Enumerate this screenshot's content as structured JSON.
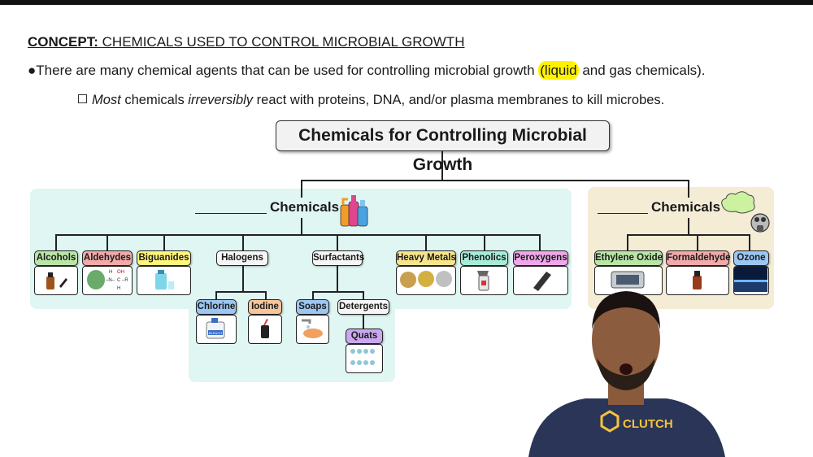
{
  "header": {
    "concept_label": "CONCEPT:",
    "concept_title": "CHEMICALS USED TO CONTROL MICROBIAL GROWTH"
  },
  "bullets": {
    "b1_symbol": "●",
    "b1_pre": "There are many chemical agents that can be used for controlling microbial growth ",
    "b1_highlight": "(liquid",
    "b1_post": " and gas chemicals).",
    "b2_emph1": "Most",
    "b2_mid": " chemicals ",
    "b2_emph2": "irreversibly",
    "b2_post": " react with proteins, DNA, and/or plasma membranes to kill microbes."
  },
  "diagram": {
    "root": "Chemicals for Controlling Microbial Growth",
    "liquid_label": "Chemicals",
    "gas_label": "Chemicals",
    "liquid_items": {
      "alcohols": "Alcohols",
      "aldehydes": "Aldehydes",
      "biguanides": "Biguanides",
      "halogens": "Halogens",
      "surfactants": "Surfactants",
      "heavy_metals": "Heavy Metals",
      "phenolics": "Phenolics",
      "peroxygens": "Peroxygens",
      "chlorine": "Chlorine",
      "iodine": "Iodine",
      "soaps": "Soaps",
      "detergents": "Detergents",
      "quats": "Quats"
    },
    "gas_items": {
      "ethylene_oxide": "Ethylene Oxide",
      "formaldehyde": "Formaldehyde",
      "ozone": "Ozone"
    },
    "aldehyde_formula": {
      "h": "H",
      "oh": "OH",
      "n": "–N–",
      "c": "C",
      "r": "–R"
    },
    "chlorine_bottle_text": "BLEACH"
  },
  "presenter": {
    "shirt_text": "CLUTCH"
  },
  "colors": {
    "liquid_panel": "#dff6f3",
    "gas_panel": "#f5ecd6",
    "alcohols": "#b9e6a6",
    "aldehydes": "#f2a9a9",
    "biguanides": "#fff57a",
    "halogens": "#f5f5f5",
    "surfactants": "#f5f5f5",
    "heavy_metals": "#f6e58c",
    "phenolics": "#a6ecd9",
    "peroxygens": "#f0a7ea",
    "chlorine": "#9cc6f2",
    "iodine": "#f6c69a",
    "soaps": "#9cc6f2",
    "detergents": "#f5f5f5",
    "quats": "#c9a8ef",
    "ethylene_oxide": "#b9e6a6",
    "formaldehyde": "#f2a9a9",
    "ozone": "#9cc6f2",
    "highlight": "#fff200"
  }
}
